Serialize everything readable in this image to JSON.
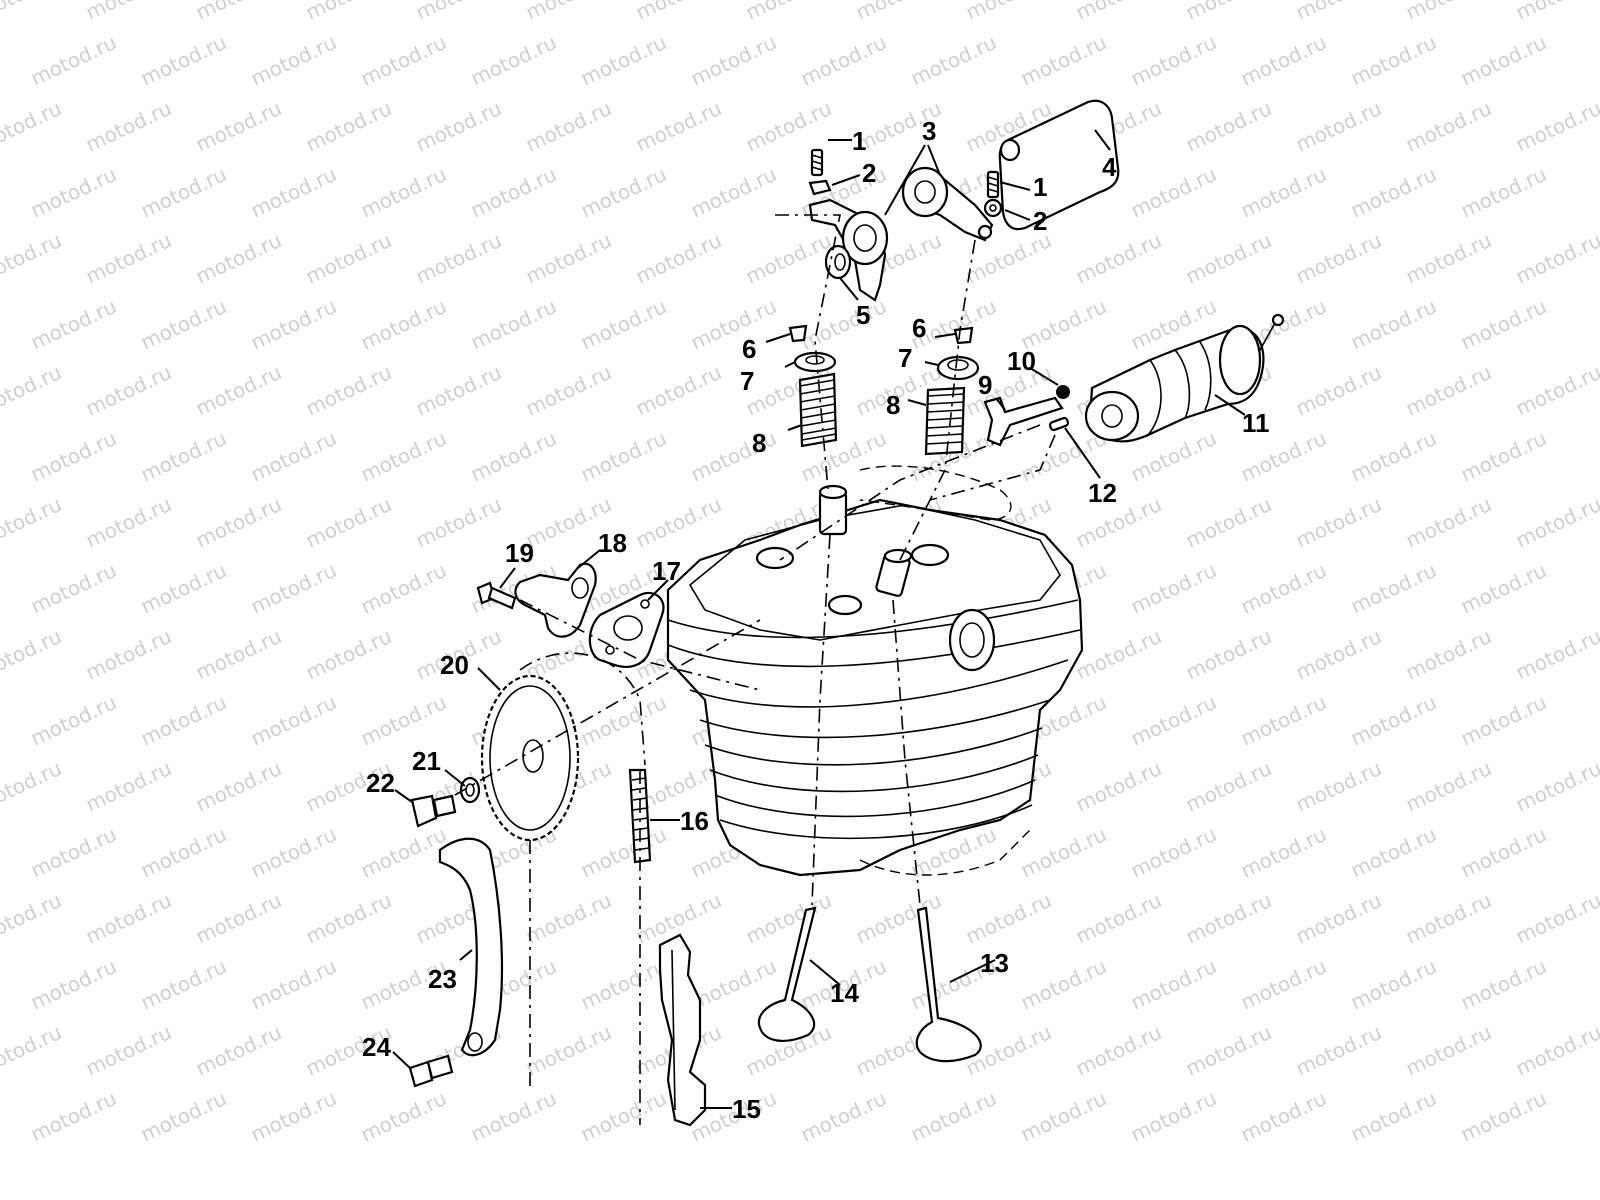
{
  "watermark": {
    "text": "motod.ru",
    "color": "#cfcfcf"
  },
  "callouts": [
    {
      "id": "c1a",
      "label": "1"
    },
    {
      "id": "c1b",
      "label": "1"
    },
    {
      "id": "c2a",
      "label": "2"
    },
    {
      "id": "c2b",
      "label": "2"
    },
    {
      "id": "c3",
      "label": "3"
    },
    {
      "id": "c4",
      "label": "4"
    },
    {
      "id": "c5",
      "label": "5"
    },
    {
      "id": "c6a",
      "label": "6"
    },
    {
      "id": "c6b",
      "label": "6"
    },
    {
      "id": "c7a",
      "label": "7"
    },
    {
      "id": "c7b",
      "label": "7"
    },
    {
      "id": "c8a",
      "label": "8"
    },
    {
      "id": "c8b",
      "label": "8"
    },
    {
      "id": "c9",
      "label": "9"
    },
    {
      "id": "c10",
      "label": "10"
    },
    {
      "id": "c11",
      "label": "11"
    },
    {
      "id": "c12",
      "label": "12"
    },
    {
      "id": "c13",
      "label": "13"
    },
    {
      "id": "c14",
      "label": "14"
    },
    {
      "id": "c15",
      "label": "15"
    },
    {
      "id": "c16",
      "label": "16"
    },
    {
      "id": "c17",
      "label": "17"
    },
    {
      "id": "c18",
      "label": "18"
    },
    {
      "id": "c19",
      "label": "19"
    },
    {
      "id": "c20",
      "label": "20"
    },
    {
      "id": "c21",
      "label": "21"
    },
    {
      "id": "c22",
      "label": "22"
    },
    {
      "id": "c23",
      "label": "23"
    },
    {
      "id": "c24",
      "label": "24"
    }
  ]
}
